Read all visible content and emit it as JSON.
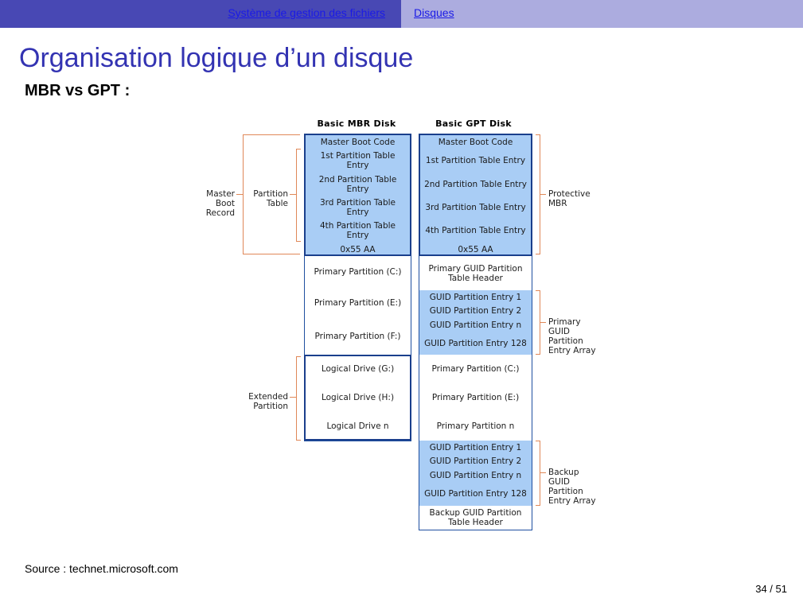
{
  "navbar": {
    "section": "Système de gestion des fichiers",
    "subsection": "Disques",
    "colors": {
      "left_bg": "#4848b4",
      "right_bg": "#acacdf",
      "link": "#1a1ae6"
    }
  },
  "slide": {
    "title": "Organisation logique d’un disque",
    "subtitle": "MBR vs GPT :",
    "source": "Source : technet.microsoft.com",
    "page": "34 / 51",
    "title_color": "#3333b2"
  },
  "diagram": {
    "mbr": {
      "title": "Basic MBR Disk",
      "cells": [
        "Master Boot Code",
        "1st Partition Table Entry",
        "2nd Partition Table Entry",
        "3rd Partition Table Entry",
        "4th Partition Table Entry",
        "0x55 AA",
        "Primary Partition (C:)",
        "Primary Partition (E:)",
        "Primary Partition (F:)",
        "Logical Drive (G:)",
        "Logical Drive (H:)",
        "Logical Drive n"
      ],
      "labels": {
        "master_boot_record": "Master Boot Record",
        "partition_table": "Partition Table",
        "extended_partition": "Extended Partition"
      }
    },
    "gpt": {
      "title": "Basic GPT Disk",
      "cells": [
        "Master Boot Code",
        "1st Partition Table Entry",
        "2nd Partition Table Entry",
        "3rd Partition Table Entry",
        "4th Partition Table Entry",
        "0x55 AA",
        "Primary GUID Partition Table Header",
        "GUID Partition Entry 1",
        "GUID Partition Entry 2",
        "GUID Partition Entry n",
        "GUID Partition Entry 128",
        "Primary Partition (C:)",
        "Primary Partition (E:)",
        "Primary Partition n",
        "GUID Partition Entry 1",
        "GUID Partition Entry 2",
        "GUID Partition Entry n",
        "GUID Partition Entry 128",
        "Backup GUID Partition Table Header"
      ],
      "labels": {
        "protective_mbr": "Protective MBR",
        "primary_array": "Primary GUID Partition Entry Array",
        "backup_array": "Backup GUID Partition Entry Array"
      }
    },
    "colors": {
      "cell_blue": "#a9cdf5",
      "border": "#1f4fa0",
      "bracket": "#e08858"
    }
  }
}
